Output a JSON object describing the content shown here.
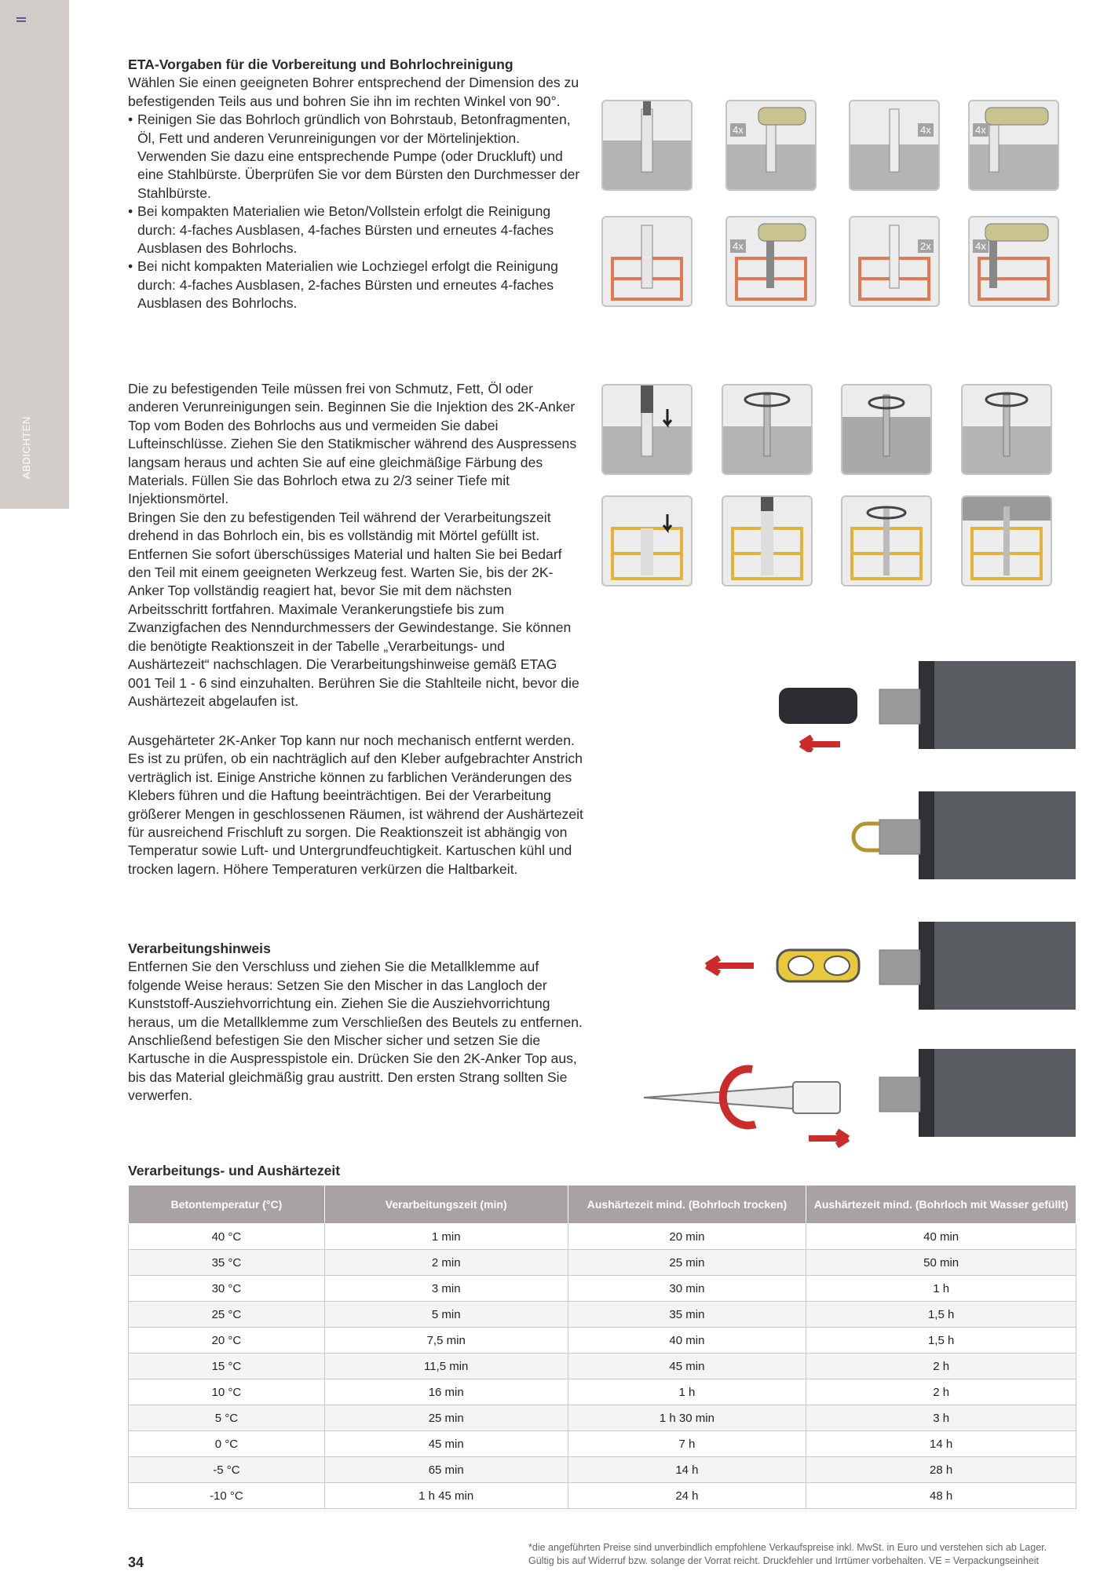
{
  "sidebar": {
    "label": "ABDICHTEN"
  },
  "section1": {
    "heading": "ETA-Vorgaben für die Vorbereitung und Bohrlochreinigung",
    "intro": "Wählen Sie einen geeigneten Bohrer entsprechend der Dimension des zu befestigenden Teils aus und bohren Sie ihn im rechten Winkel von 90°.",
    "bullets": [
      "Reinigen Sie das Bohrloch gründlich von Bohrstaub, Betonfragmenten, Öl, Fett und anderen Verunreinigungen vor der Mörtelinjektion. Verwenden Sie dazu eine entsprechende Pumpe (oder Druckluft) und eine Stahlbürste. Überprüfen Sie vor dem Bürsten den Durchmesser der Stahlbürste.",
      "Bei kompakten Materialien wie Beton/Vollstein erfolgt die Reinigung durch: 4-faches Ausblasen, 4-faches Bürsten und erneutes 4-faches Ausblasen des Bohrlochs.",
      "Bei nicht kompakten Materialien wie Lochziegel erfolgt die Reinigung durch: 4-faches Ausblasen, 2-faches Bürsten und erneutes 4-faches Ausblasen des Bohrlochs."
    ]
  },
  "section2": {
    "paragraphs": [
      "Die zu befestigenden Teile müssen frei von Schmutz, Fett, Öl oder anderen Verunreinigungen sein. Beginnen Sie die Injektion des 2K-Anker Top vom Boden des Bohrlochs aus und vermeiden Sie dabei Lufteinschlüsse. Ziehen Sie den Statikmischer während des Auspressens langsam heraus und achten Sie auf eine gleichmäßige Färbung des Materials. Füllen Sie das Bohrloch etwa zu 2/3 seiner Tiefe mit Injektionsmörtel.",
      "Bringen Sie den zu befestigenden Teil während der Verarbeitungszeit drehend in das Bohrloch ein, bis es vollständig mit Mörtel gefüllt ist. Entfernen Sie sofort überschüssiges Material und halten Sie bei Bedarf den Teil mit einem geeigneten Werkzeug fest. Warten Sie, bis der 2K-Anker Top vollständig reagiert hat, bevor Sie mit dem nächsten Arbeitsschritt fortfahren. Maximale Verankerungstiefe bis zum Zwanzigfachen des Nenndurchmessers der Gewindestange. Sie können die benötigte Reaktionszeit in der Tabelle „Verarbeitungs- und Aushärtezeit“ nachschlagen. Die Verarbeitungshinweise gemäß ETAG 001 Teil 1 - 6 sind einzuhalten. Berühren Sie die Stahlteile nicht, bevor die Aushärtezeit abgelaufen ist."
    ]
  },
  "section3": {
    "paragraph": "Ausgehärteter 2K-Anker Top kann nur noch mechanisch entfernt werden. Es ist zu prüfen, ob ein nachträglich auf den Kleber aufgebrachter Anstrich verträglich ist. Einige Anstriche können zu farblichen Veränderungen des Klebers führen und die Haftung beeinträchtigen. Bei der Verarbeitung größerer Mengen in geschlossenen Räumen, ist während der Aushärtezeit für ausreichend Frischluft zu sorgen. Die Reaktionszeit ist abhängig von Temperatur sowie Luft- und Untergrundfeuchtigkeit. Kartuschen kühl und trocken lagern. Höhere Temperaturen verkürzen die Haltbarkeit."
  },
  "section4": {
    "heading": "Verarbeitungshinweis",
    "paragraph": "Entfernen Sie den Verschluss und ziehen Sie die Metallklemme auf folgende Weise heraus: Setzen Sie den Mischer in das Langloch der Kunststoff-Ausziehvorrichtung ein. Ziehen Sie die Ausziehvorrichtung heraus, um die Metallklemme zum Verschließen des Beutels zu entfernen. Anschließend befestigen Sie den Mischer sicher und setzen Sie die Kartusche in die Auspresspistole ein. Drücken Sie den 2K-Anker Top aus, bis das Material gleichmäßig grau austritt. Den ersten Strang sollten Sie verwerfen."
  },
  "photo_counts": {
    "r1c2": "4x",
    "r1c3": "4x",
    "r1c4": "4x",
    "r2c2": "4x",
    "r2c3": "2x",
    "r2c4": "4x"
  },
  "table": {
    "title": "Verarbeitungs- und Aushärtezeit",
    "headers": [
      "Betontemperatur (°C)",
      "Verarbeitungszeit (min)",
      "Aushärtezeit mind. (Bohrloch trocken)",
      "Aushärtezeit mind. (Bohrloch mit Wasser gefüllt)"
    ],
    "rows": [
      [
        "40 °C",
        "1 min",
        "20 min",
        "40 min"
      ],
      [
        "35 °C",
        "2 min",
        "25 min",
        "50 min"
      ],
      [
        "30 °C",
        "3 min",
        "30 min",
        "1 h"
      ],
      [
        "25 °C",
        "5 min",
        "35 min",
        "1,5 h"
      ],
      [
        "20 °C",
        "7,5 min",
        "40 min",
        "1,5 h"
      ],
      [
        "15 °C",
        "11,5 min",
        "45 min",
        "2 h"
      ],
      [
        "10 °C",
        "16 min",
        "1 h",
        "2 h"
      ],
      [
        "5 °C",
        "25 min",
        "1 h 30 min",
        "3 h"
      ],
      [
        "0 °C",
        "45 min",
        "7 h",
        "14 h"
      ],
      [
        "-5 °C",
        "65 min",
        "14 h",
        "28 h"
      ],
      [
        "-10 °C",
        "1 h 45 min",
        "24 h",
        "48 h"
      ]
    ]
  },
  "footer": {
    "page_number": "34",
    "footnote_line1": "*die angeführten Preise sind unverbindlich empfohlene Verkaufspreise inkl. MwSt. in Euro und verstehen sich ab Lager.",
    "footnote_line2": "Gültig bis auf Widerruf bzw. solange der Vorrat reicht. Druckfehler und Irrtümer vorbehalten. VE = Verpackungseinheit"
  }
}
